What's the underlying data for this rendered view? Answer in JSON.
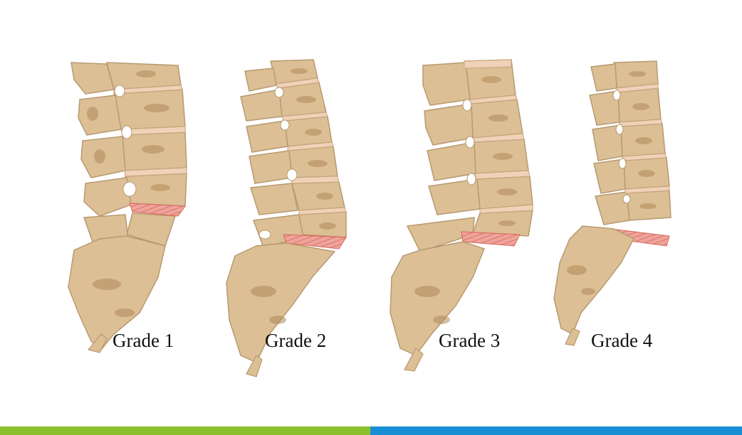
{
  "figure": {
    "panels": [
      {
        "label": "Grade 1"
      },
      {
        "label": "Grade 2"
      },
      {
        "label": "Grade 3"
      },
      {
        "label": "Grade 4"
      }
    ]
  },
  "colors": {
    "bone": "#dcbf95",
    "bone_outline": "#b79a70",
    "bone_shadow": "#b08a5a",
    "disc": "#efd2b8",
    "slip_disc": "#e89088",
    "footer_green": "#8cbf2e",
    "footer_blue": "#1a8ed4"
  }
}
